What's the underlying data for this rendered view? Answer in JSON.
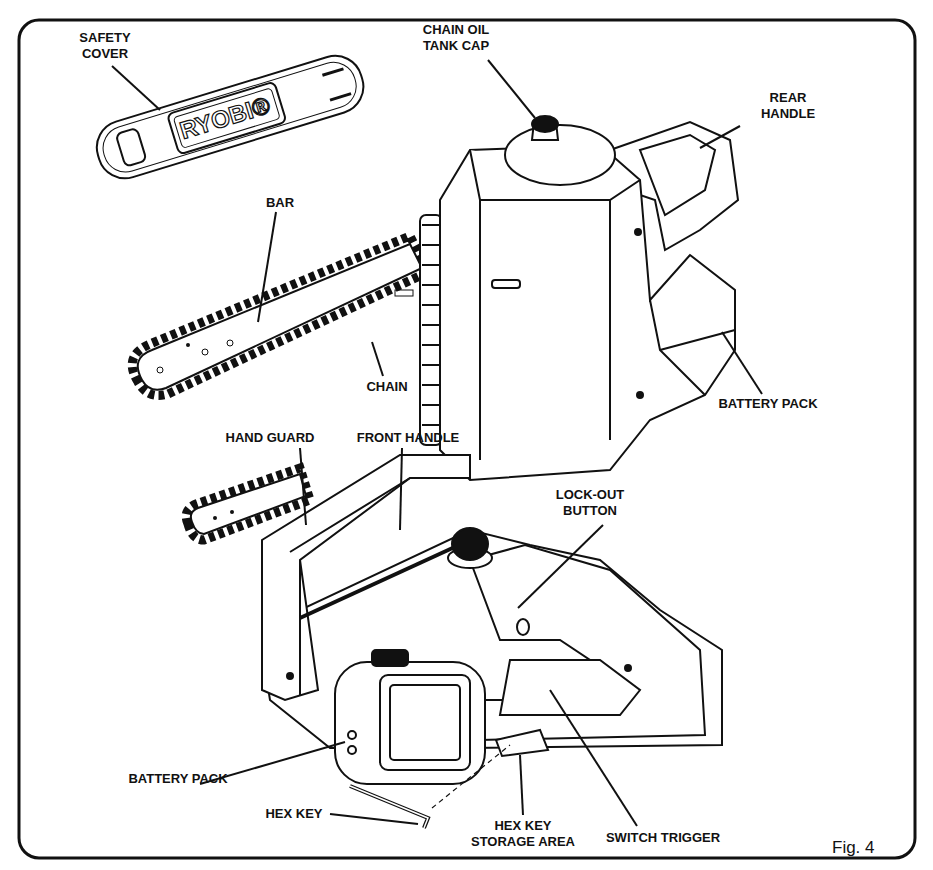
{
  "diagram": {
    "caption": "Fig. 4",
    "labels": [
      "SAFETY COVER",
      "CHAIN OIL TANK CAP",
      "REAR HANDLE",
      "BAR",
      "CHAIN",
      "BATTERY PACK",
      "HAND GUARD",
      "FRONT HANDLE",
      "LOCK-OUT BUTTON",
      "BATTERY PACK",
      "HEX KEY",
      "HEX KEY STORAGE AREA",
      "SWITCH TRIGGER",
      "RYOBI®"
    ]
  }
}
